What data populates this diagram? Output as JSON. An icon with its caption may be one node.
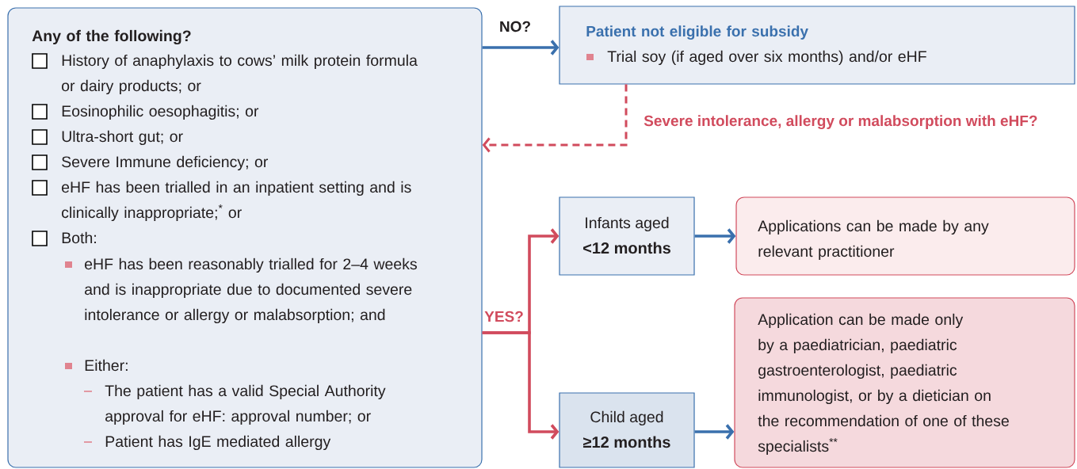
{
  "diagram": {
    "nodes": [
      {
        "text": [
          "Any of the following?",
          "History of anaphylaxis to cows’ milk protein formula or dairy products; or",
          "Eosinophilic oesophagitis; or",
          "Ultra-short gut; or",
          "Severe Immune deficiency; or",
          "eHF has been trialled in an inpatient setting and is clinically inappropriate;$^{*}$ or",
          "Both:",
          "eHF has been reasonably trialled for 2–4 weeks and is inappropriate due to documented severe intolerance or allergy or malabsorption; and",
          "Either:",
          "The patient has a valid Special Authority approval for eHF: approval number; or",
          "Patient has IgE mediated allergy"
        ]
      },
      {
        "text": [
          "Patient not eligible for subsidy",
          "Trial soy (if aged over six months) and/or eHF"
        ]
      },
      {
        "text": [
          "Infants aged",
          "<12 months"
        ]
      },
      {
        "text": [
          "Child aged",
          "≥12 months"
        ]
      },
      {
        "text": [
          "Applications can be made by any relevant practitioner"
        ]
      },
      {
        "text": [
          "Application can be made only by a paediatrician, paediatric gastroenterologist, paediatric immunologist, or by a dietician on the recommendation of one of these specialists$^{**}$"
        ]
      }
    ],
    "edges": [
      {
        "from": 0,
        "to": 1,
        "arrow": "to",
        "label": "NO?",
        "color": "#3a70ad"
      },
      {
        "from": 1,
        "to": 0,
        "arrow": "to",
        "label": "Severe intolerance, allergy or malabsorption with eHF?",
        "style": "dashed",
        "color": "#d14b5d"
      },
      {
        "from": 0,
        "to": 2,
        "arrow": "to",
        "label": "YES?",
        "color": "#d14b5d"
      },
      {
        "from": 0,
        "to": 3,
        "arrow": "to",
        "color": "#d14b5d"
      },
      {
        "from": 2,
        "to": 4,
        "arrow": "to",
        "color": "#3a70ad"
      },
      {
        "from": 3,
        "to": 5,
        "arrow": "to",
        "color": "#3a70ad"
      }
    ]
  }
}
